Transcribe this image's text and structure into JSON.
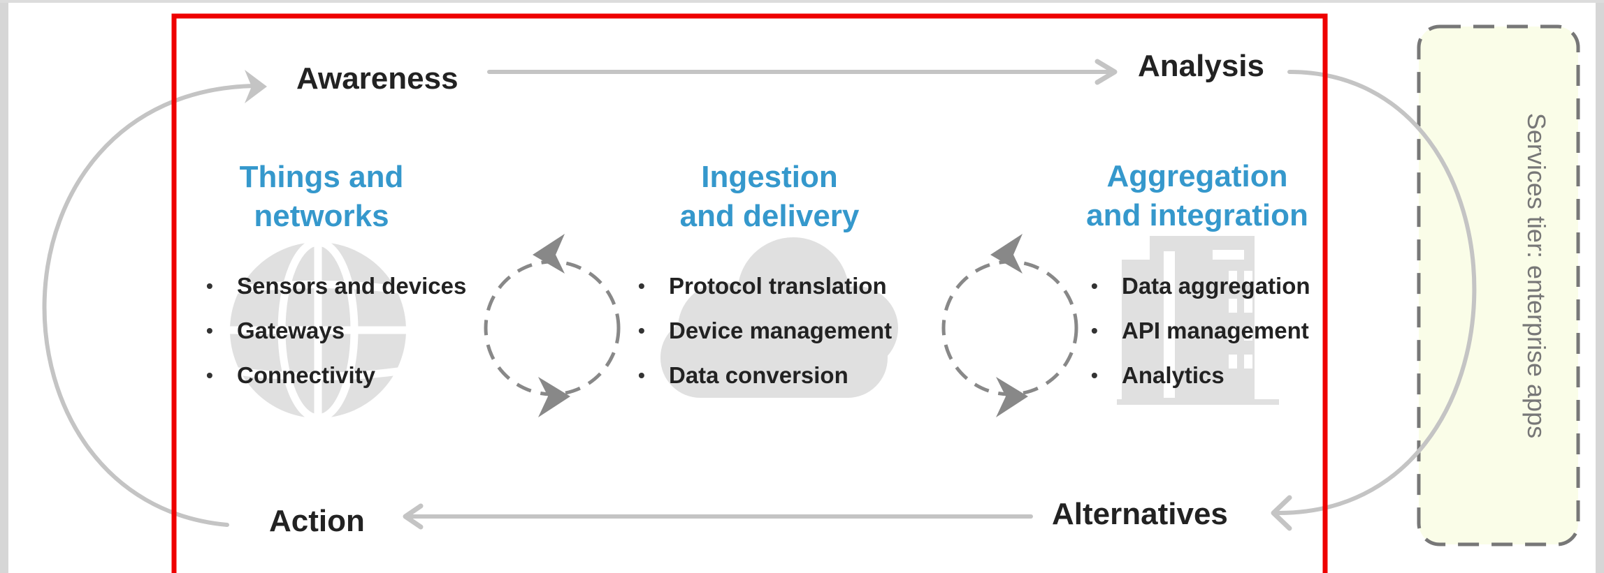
{
  "phases": {
    "awareness": "Awareness",
    "analysis": "Analysis",
    "alternatives": "Alternatives",
    "action": "Action"
  },
  "columns": [
    {
      "id": "things",
      "heading_line1": "Things and",
      "heading_line2": "networks",
      "icon": "globe-icon",
      "items": [
        "Sensors and devices",
        "Gateways",
        "Connectivity"
      ]
    },
    {
      "id": "ingestion",
      "heading_line1": "Ingestion",
      "heading_line2": "and delivery",
      "icon": "cloud-icon",
      "items": [
        "Protocol translation",
        "Device management",
        "Data conversion"
      ]
    },
    {
      "id": "aggregation",
      "heading_line1": "Aggregation",
      "heading_line2": "and integration",
      "icon": "building-icon",
      "items": [
        "Data aggregation",
        "API management",
        "Analytics"
      ]
    }
  ],
  "services_tier": {
    "label": "Services tier: enterprise apps",
    "background_color": "#fafde8",
    "border_color": "#777777"
  },
  "colors": {
    "heading": "#3598cc",
    "highlight_frame": "#ee0000",
    "flow_arrows": "#c4c4c4",
    "icons": "#e0e0e0",
    "exchange_arrows": "#888888"
  }
}
